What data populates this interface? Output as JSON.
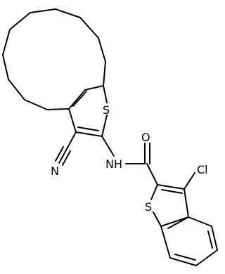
{
  "atoms": {
    "S1": "S",
    "O1": "O",
    "N1": "NH",
    "N2": "N",
    "Cl1": "Cl",
    "S2": "S"
  }
}
